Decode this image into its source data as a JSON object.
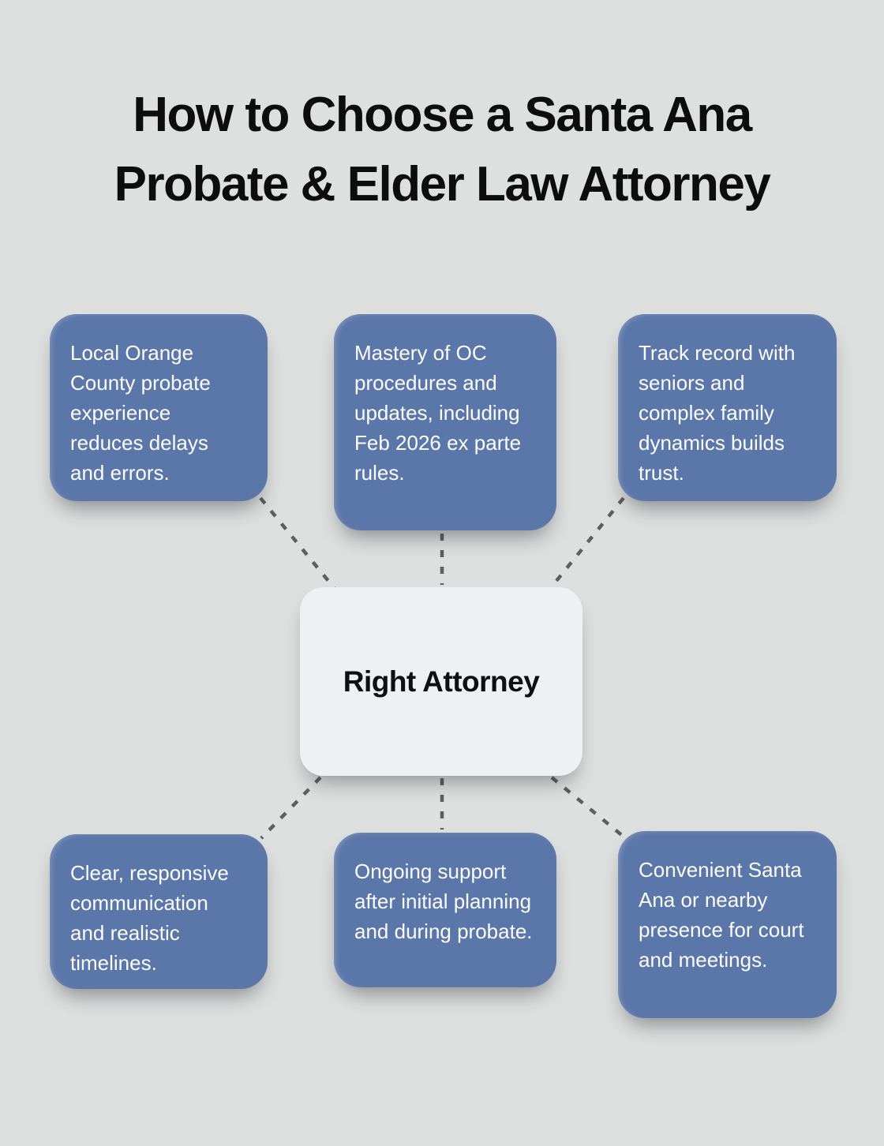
{
  "title": {
    "line1": "How to Choose a Santa Ana",
    "line2": "Probate & Elder Law Attorney"
  },
  "center_node": {
    "label": "Right Attorney"
  },
  "nodes": [
    {
      "id": "local-experience",
      "text": "Local Orange County probate experience reduces delays and errors."
    },
    {
      "id": "oc-procedures",
      "text": "Mastery of OC procedures and updates, including Feb 2026 ex parte rules."
    },
    {
      "id": "track-record",
      "text": "Track record with seniors and complex family dynamics builds trust."
    },
    {
      "id": "communication",
      "text": "Clear, responsive communication and realistic timelines."
    },
    {
      "id": "ongoing-support",
      "text": "Ongoing support after initial planning and during probate."
    },
    {
      "id": "local-presence",
      "text": "Convenient Santa Ana or nearby presence for court and meetings."
    }
  ],
  "colors": {
    "background": "#dedfdf",
    "node_fill": "#5b76a9",
    "node_text": "#fbfcfd",
    "center_fill": "#eff0f2",
    "center_text": "#0f0f10",
    "title_text": "#0d0d0d",
    "connector": "#5d5e5f"
  }
}
